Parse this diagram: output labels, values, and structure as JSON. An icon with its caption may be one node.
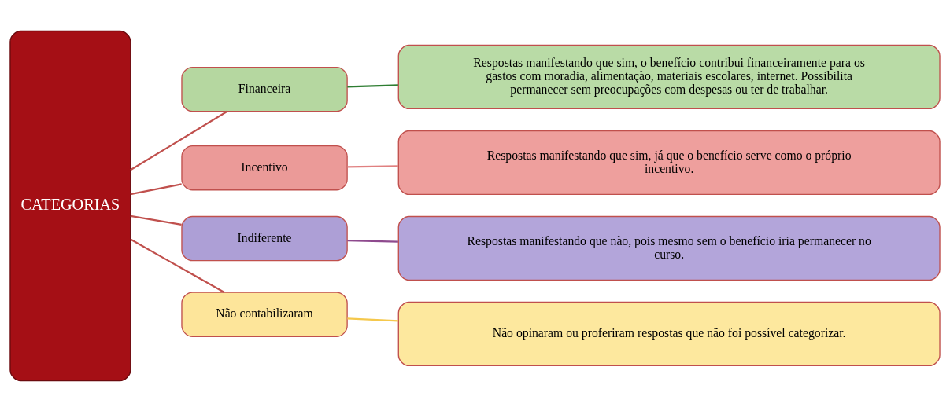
{
  "diagram": {
    "nodes": [
      {
        "text": [
          "CATEGORIAS"
        ]
      },
      {
        "text": [
          "Financeira"
        ]
      },
      {
        "text": [
          "Incentivo"
        ]
      },
      {
        "text": [
          "Indiferente"
        ]
      },
      {
        "text": [
          "Não contabilizaram"
        ]
      },
      {
        "text": [
          "Respostas manifestando que sim, o benefício contribui financeiramente para os gastos com moradia, alimentação, materiais escolares, internet. Possibilita permanecer sem preocupações com despesas ou ter de trabalhar."
        ]
      },
      {
        "text": [
          "Respostas manifestando que sim, já que o benefício serve como o próprio incentivo."
        ]
      },
      {
        "text": [
          "Respostas manifestando que não, pois mesmo sem o benefício iria permanecer no curso."
        ]
      },
      {
        "text": [
          "Não opinaram ou proferiram respostas que não foi possível categorizar."
        ]
      }
    ],
    "edges": [
      {
        "from": 0,
        "to": 1,
        "arrow": "none"
      },
      {
        "from": 0,
        "to": 2,
        "arrow": "none"
      },
      {
        "from": 0,
        "to": 3,
        "arrow": "none"
      },
      {
        "from": 0,
        "to": 4,
        "arrow": "none"
      },
      {
        "from": 1,
        "to": 5,
        "arrow": "none",
        "color": "#2e7d32"
      },
      {
        "from": 2,
        "to": 6,
        "arrow": "none",
        "color": "#e08080"
      },
      {
        "from": 3,
        "to": 7,
        "arrow": "none",
        "color": "#8e4a8e"
      },
      {
        "from": 4,
        "to": 8,
        "arrow": "none",
        "color": "#f5c84c"
      }
    ]
  }
}
